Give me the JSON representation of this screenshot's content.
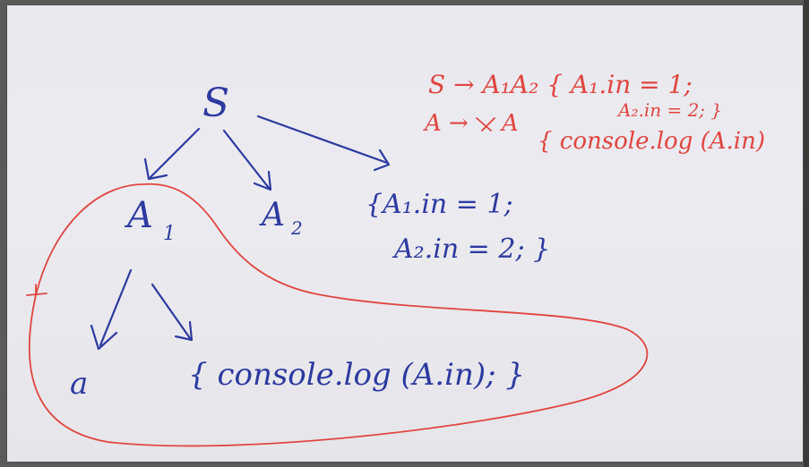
{
  "photo": {
    "description_free": true,
    "tree": {
      "root": "S",
      "child_a1": "A",
      "child_a1_sub": "1",
      "child_a2": "A",
      "child_a2_sub": "2",
      "action_root_line1": "{A₁.in = 1;",
      "action_root_line2": "A₂.in = 2; }",
      "leaf_a": "a",
      "action_leaf": "{ console.log (A.in); }"
    },
    "grammar": {
      "rule1": "S → A₁A₂ { A₁.in = 1;",
      "rule1_cont": "A₂.in = 2; }",
      "rule2_lhs": "A →",
      "rule2_rhs": "A",
      "rule2_action": "{ console.log (A.in)"
    },
    "margin_mark": "ⱶ"
  }
}
